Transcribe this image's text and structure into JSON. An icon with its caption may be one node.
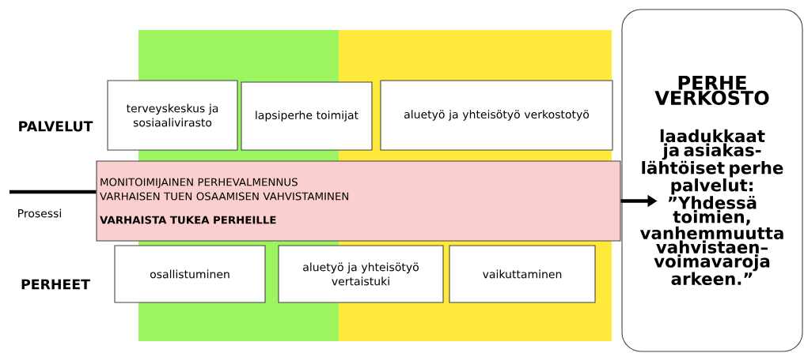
{
  "diagram": {
    "nodes": [
      {
        "text": [
          "terveyskeskus ja sosiaalivirasto"
        ]
      },
      {
        "text": [
          "lapsiperhe toimijat"
        ]
      },
      {
        "text": [
          "aluetyö ja yhteisötyö verkostotyö"
        ]
      },
      {
        "text": [
          "MONITOIMIJAINEN PERHEVALMENNUS",
          "VARHAISEN TUEN OSAAMISEN VAHVISTAMINEN",
          "VARHAISTA TUKEA PERHEILLE"
        ]
      },
      {
        "text": [
          "osallistuminen"
        ]
      },
      {
        "text": [
          "aluetyö ja yhteisötyö vertaistuki"
        ]
      },
      {
        "text": [
          "vaikuttaminen"
        ]
      },
      {
        "text": [
          "PERHE VERKOSTO",
          "laadukkaat ja asiakas- lähtöiset perhe palvelut: ”Yhdessä toimien, vanhemmuutta vahvistaen– voimavaroja arkeen.”"
        ]
      }
    ],
    "edges": [
      {
        "from": null,
        "to": 3,
        "arrow": "none",
        "label": "Prosessi"
      },
      {
        "from": 3,
        "to": 7,
        "arrow": "to"
      }
    ],
    "labels": [
      "PALVELUT",
      "PERHEET"
    ]
  }
}
